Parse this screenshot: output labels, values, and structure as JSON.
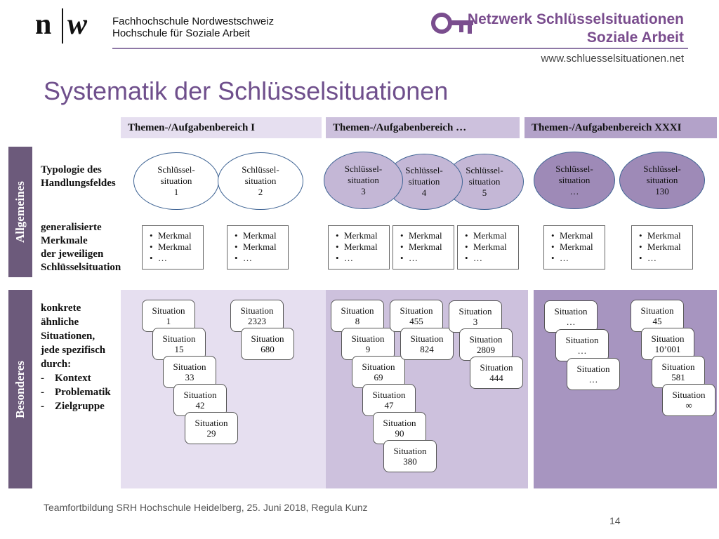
{
  "header": {
    "logo_n": "n",
    "logo_w": "w",
    "uni_line1": "Fachhochschule Nordwestschweiz",
    "uni_line2": "Hochschule für Soziale Arbeit",
    "brand_line1": "Netzwerk Schlüsselsituationen",
    "brand_line2": "Soziale Arbeit",
    "url": "www.schluesselsituationen.net",
    "brand_color": "#7a4d8e"
  },
  "title": "Systematik der Schlüsselsituationen",
  "columns": [
    {
      "header": "Themen-/Aufgabenbereich I"
    },
    {
      "header": "Themen-/Aufgabenbereich …"
    },
    {
      "header": "Themen-/Aufgabenbereich XXXI"
    }
  ],
  "side_labels": {
    "top": "Allgemeines",
    "bottom": "Besonderes"
  },
  "row_labels": {
    "typology": [
      "Typologie des",
      "Handlungsfeldes"
    ],
    "features": [
      "generalisierte",
      "Merkmale",
      "der jeweiligen",
      "Schlüsselsituation"
    ],
    "concrete": [
      "konkrete",
      "ähnliche",
      "Situationen,",
      "jede spezifisch",
      "durch:",
      "-",
      "Kontext",
      "-",
      "Problematik",
      "-",
      "Zielgruppe"
    ]
  },
  "key_situations": [
    {
      "l1": "Schlüssel-",
      "l2": "situation",
      "num": "1"
    },
    {
      "l1": "Schlüssel-",
      "l2": "situation",
      "num": "2"
    },
    {
      "l1": "Schlüssel-",
      "l2": "situation",
      "num": "3"
    },
    {
      "l1": "Schlüssel-",
      "l2": "situation",
      "num": "4"
    },
    {
      "l1": "Schlüssel-",
      "l2": "situation",
      "num": "5"
    },
    {
      "l1": "Schlüssel-",
      "l2": "situation",
      "num": "…"
    },
    {
      "l1": "Schlüssel-",
      "l2": "situation",
      "num": "130"
    }
  ],
  "merkmal_boxes": [
    [
      "Merkmal",
      "Merkmal",
      "…"
    ],
    [
      "Merkmal",
      "Merkmal",
      "…"
    ],
    [
      "Merkmal",
      "Merkmal",
      "…"
    ],
    [
      "Merkmal",
      "Merkmal",
      "…"
    ],
    [
      "Merkmal",
      "Merkmal",
      "…"
    ],
    [
      "Merkmal",
      "Merkmal",
      "…"
    ],
    [
      "Merkmal",
      "Merkmal",
      "…"
    ]
  ],
  "situations": [
    {
      "label": "Situation",
      "num": "1"
    },
    {
      "label": "Situation",
      "num": "15"
    },
    {
      "label": "Situation",
      "num": "33"
    },
    {
      "label": "Situation",
      "num": "42"
    },
    {
      "label": "Situation",
      "num": "29"
    },
    {
      "label": "Situation",
      "num": "2323"
    },
    {
      "label": "Situation",
      "num": "680"
    },
    {
      "label": "Situation",
      "num": "8"
    },
    {
      "label": "Situation",
      "num": "9"
    },
    {
      "label": "Situation",
      "num": "69"
    },
    {
      "label": "Situation",
      "num": "47"
    },
    {
      "label": "Situation",
      "num": "90"
    },
    {
      "label": "Situation",
      "num": "380"
    },
    {
      "label": "Situation",
      "num": "455"
    },
    {
      "label": "Situation",
      "num": "824"
    },
    {
      "label": "Situation",
      "num": "3"
    },
    {
      "label": "Situation",
      "num": "2809"
    },
    {
      "label": "Situation",
      "num": "444"
    },
    {
      "label": "Situation",
      "num": "…"
    },
    {
      "label": "Situation",
      "num": "…"
    },
    {
      "label": "Situation",
      "num": "…"
    },
    {
      "label": "Situation",
      "num": "45"
    },
    {
      "label": "Situation",
      "num": "10’001"
    },
    {
      "label": "Situation",
      "num": "581"
    },
    {
      "label": "Situation",
      "num": "∞"
    }
  ],
  "footer": {
    "text": "Teamfortbildung SRH Hochschule Heidelberg, 25. Juni 2018, Regula Kunz",
    "page": "14"
  }
}
